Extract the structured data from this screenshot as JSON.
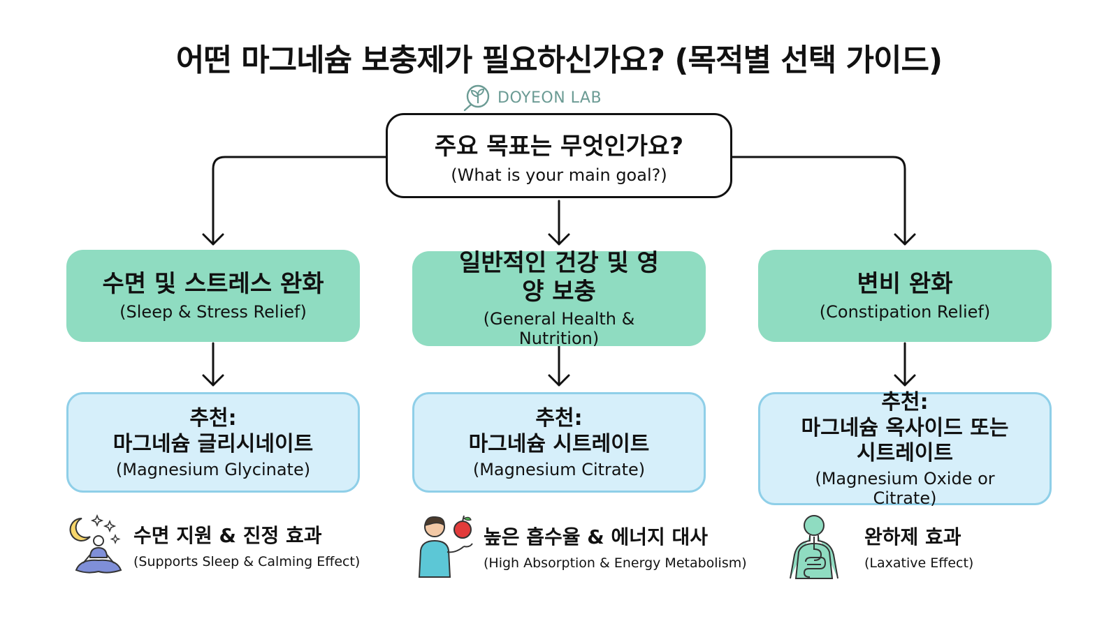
{
  "title": "어떤 마그네슘 보충제가 필요하신가요? (목적별 선택 가이드)",
  "brand": {
    "name": "DOYEON LAB",
    "icon": "sprout-logo-icon"
  },
  "goal": {
    "ko": "주요 목표는 무엇인가요?",
    "en": "(What is your main goal?)"
  },
  "branches": [
    {
      "category": {
        "ko": "수면 및 스트레스 완화",
        "en": "(Sleep & Stress Relief)"
      },
      "recommendation": {
        "label": "추천:",
        "name": "마그네슘 글리시네이트",
        "en": "(Magnesium Glycinate)"
      },
      "effect": {
        "ko": "수면 지원 & 진정 효과",
        "en": "(Supports Sleep & Calming Effect)",
        "icon": "meditation-moon-icon"
      }
    },
    {
      "category": {
        "ko": "일반적인 건강 및 영양 보충",
        "en": "(General Health & Nutrition)"
      },
      "recommendation": {
        "label": "추천:",
        "name": "마그네슘 시트레이트",
        "en": "(Magnesium Citrate)"
      },
      "effect": {
        "ko": "높은 흡수율 & 에너지 대사",
        "en": "(High Absorption & Energy Metabolism)",
        "icon": "person-apple-icon"
      }
    },
    {
      "category": {
        "ko": "변비 완화",
        "en": "(Constipation Relief)"
      },
      "recommendation": {
        "label": "추천:",
        "name": "마그네슘 옥사이드 또는 시트레이트",
        "en": "(Magnesium Oxide or Citrate)"
      },
      "effect": {
        "ko": "완하제 효과",
        "en": "(Laxative Effect)",
        "icon": "digestive-system-icon"
      }
    }
  ],
  "colors": {
    "category": "#8fdcc1",
    "recommendation": "#d6effa",
    "recommendation_border": "#8fcfe8",
    "brand": "#6b9b94"
  }
}
